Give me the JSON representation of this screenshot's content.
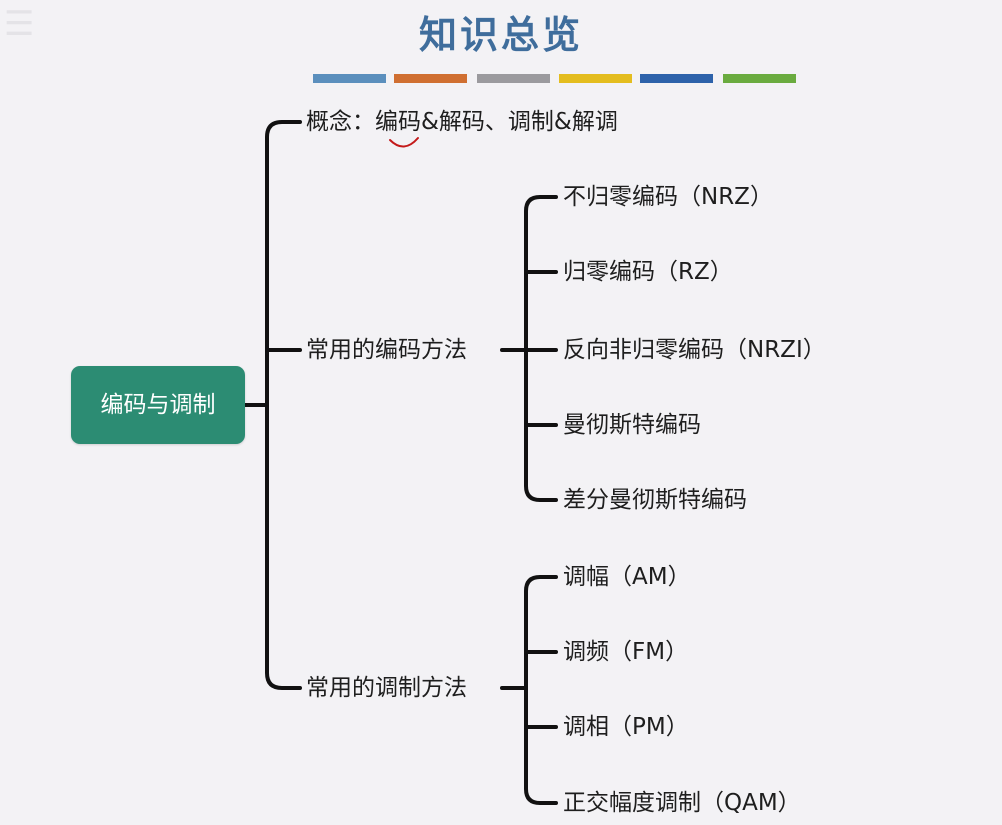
{
  "title": "知识总览",
  "stripe_colors": [
    "#5b8fbd",
    "#d06f31",
    "#9b9a9e",
    "#e4bd1f",
    "#2d62aa",
    "#6aab3f"
  ],
  "accent": "#2c8c73",
  "root": "编码与调制",
  "branches": {
    "concept": "概念：编码&解码、调制&解调",
    "encoding": {
      "label": "常用的编码方法",
      "items": [
        "不归零编码（NRZ）",
        "归零编码（RZ）",
        "反向非归零编码（NRZI）",
        "曼彻斯特编码",
        "差分曼彻斯特编码"
      ]
    },
    "modulation": {
      "label": "常用的调制方法",
      "items": [
        "调幅（AM）",
        "调频（FM）",
        "调相（PM）",
        "正交幅度调制（QAM）"
      ]
    }
  }
}
